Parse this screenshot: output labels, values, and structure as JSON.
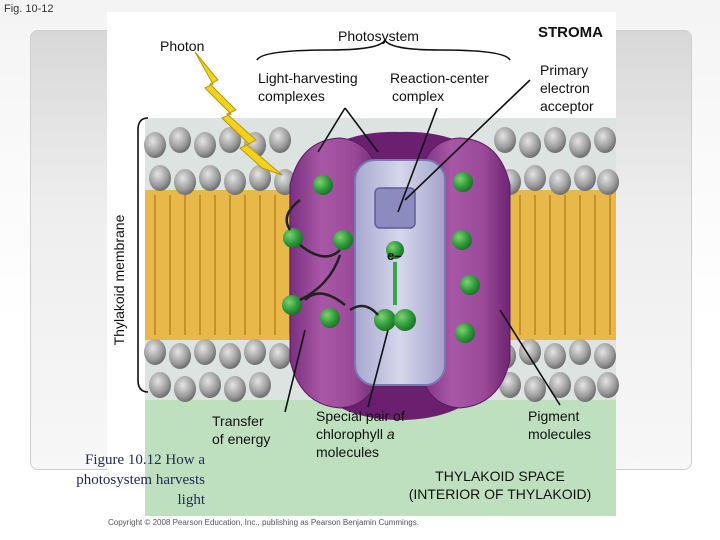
{
  "figure_tag": "Fig. 10-12",
  "labels": {
    "photon": "Photon",
    "photosystem": "Photosystem",
    "stroma": "STROMA",
    "light_harvesting": "Light-harvesting",
    "complexes": "complexes",
    "reaction_center": "Reaction-center",
    "complex": "complex",
    "primary_1": "Primary",
    "primary_2": "electron",
    "primary_3": "acceptor",
    "membrane": "Thylakoid membrane",
    "electron": "e–",
    "transfer_1": "Transfer",
    "transfer_2": "of energy",
    "special_1": "Special pair of",
    "special_2": "chlorophyll",
    "special_2b": "a",
    "special_3": "molecules",
    "pigment_1": "Pigment",
    "pigment_2": "molecules",
    "thylakoid_space_1": "THYLAKOID SPACE",
    "thylakoid_space_2": "(INTERIOR OF THYLAKOID)"
  },
  "caption": {
    "line1": "Figure 10.12 How a",
    "line2": "photosystem harvests",
    "line3": "light"
  },
  "copyright": "Copyright © 2008 Pearson Education, Inc., publishing as Pearson Benjamin Cummings.",
  "colors": {
    "membrane_head": "#9c9c9c",
    "membrane_tail": "#e8b84a",
    "protein_purple": "#8e3c8e",
    "protein_dark": "#6a1f6f",
    "chlorophyll": "#3aa34a",
    "thylakoid_space": "#bfe0bf",
    "lightning": "#f2d21a"
  }
}
